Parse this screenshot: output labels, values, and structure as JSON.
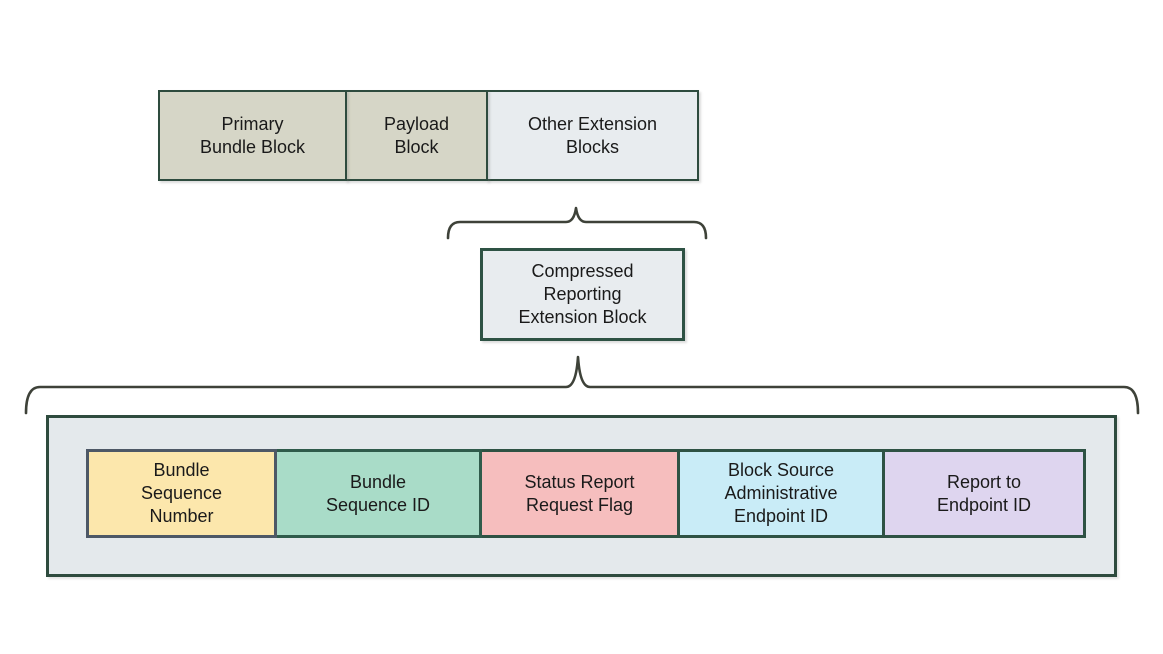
{
  "colors": {
    "background": "#ffffff",
    "text": "#1a1a1a",
    "brace": "#3e4239"
  },
  "top_row": {
    "blocks": [
      {
        "label": "Primary\nBundle Block",
        "fill": "#d6d6c7",
        "stroke": "#2e4b3e"
      },
      {
        "label": "Payload\nBlock",
        "fill": "#d6d6c7",
        "stroke": "#2e4b3e"
      },
      {
        "label": "Other Extension\nBlocks",
        "fill": "#e8ecef",
        "stroke": "#2e4b3e"
      }
    ]
  },
  "extension_block": {
    "label": "Compressed\nReporting\nExtension Block",
    "fill": "#e8ecef",
    "stroke": "#2e5244"
  },
  "detail_container": {
    "fill": "#e4e9ec",
    "stroke": "#2e4b3e"
  },
  "fields": [
    {
      "label": "Bundle\nSequence\nNumber",
      "fill": "#fce7ac",
      "stroke": "#4d5866"
    },
    {
      "label": "Bundle\nSequence ID",
      "fill": "#a9dcc8",
      "stroke": "#2f5b4b"
    },
    {
      "label": "Status Report\nRequest Flag",
      "fill": "#f6bebe",
      "stroke": "#2e5244"
    },
    {
      "label": "Block Source\nAdministrative\nEndpoint ID",
      "fill": "#c9ecf7",
      "stroke": "#2e5244"
    },
    {
      "label": "Report to\nEndpoint ID",
      "fill": "#ded5ef",
      "stroke": "#2e5244"
    }
  ]
}
